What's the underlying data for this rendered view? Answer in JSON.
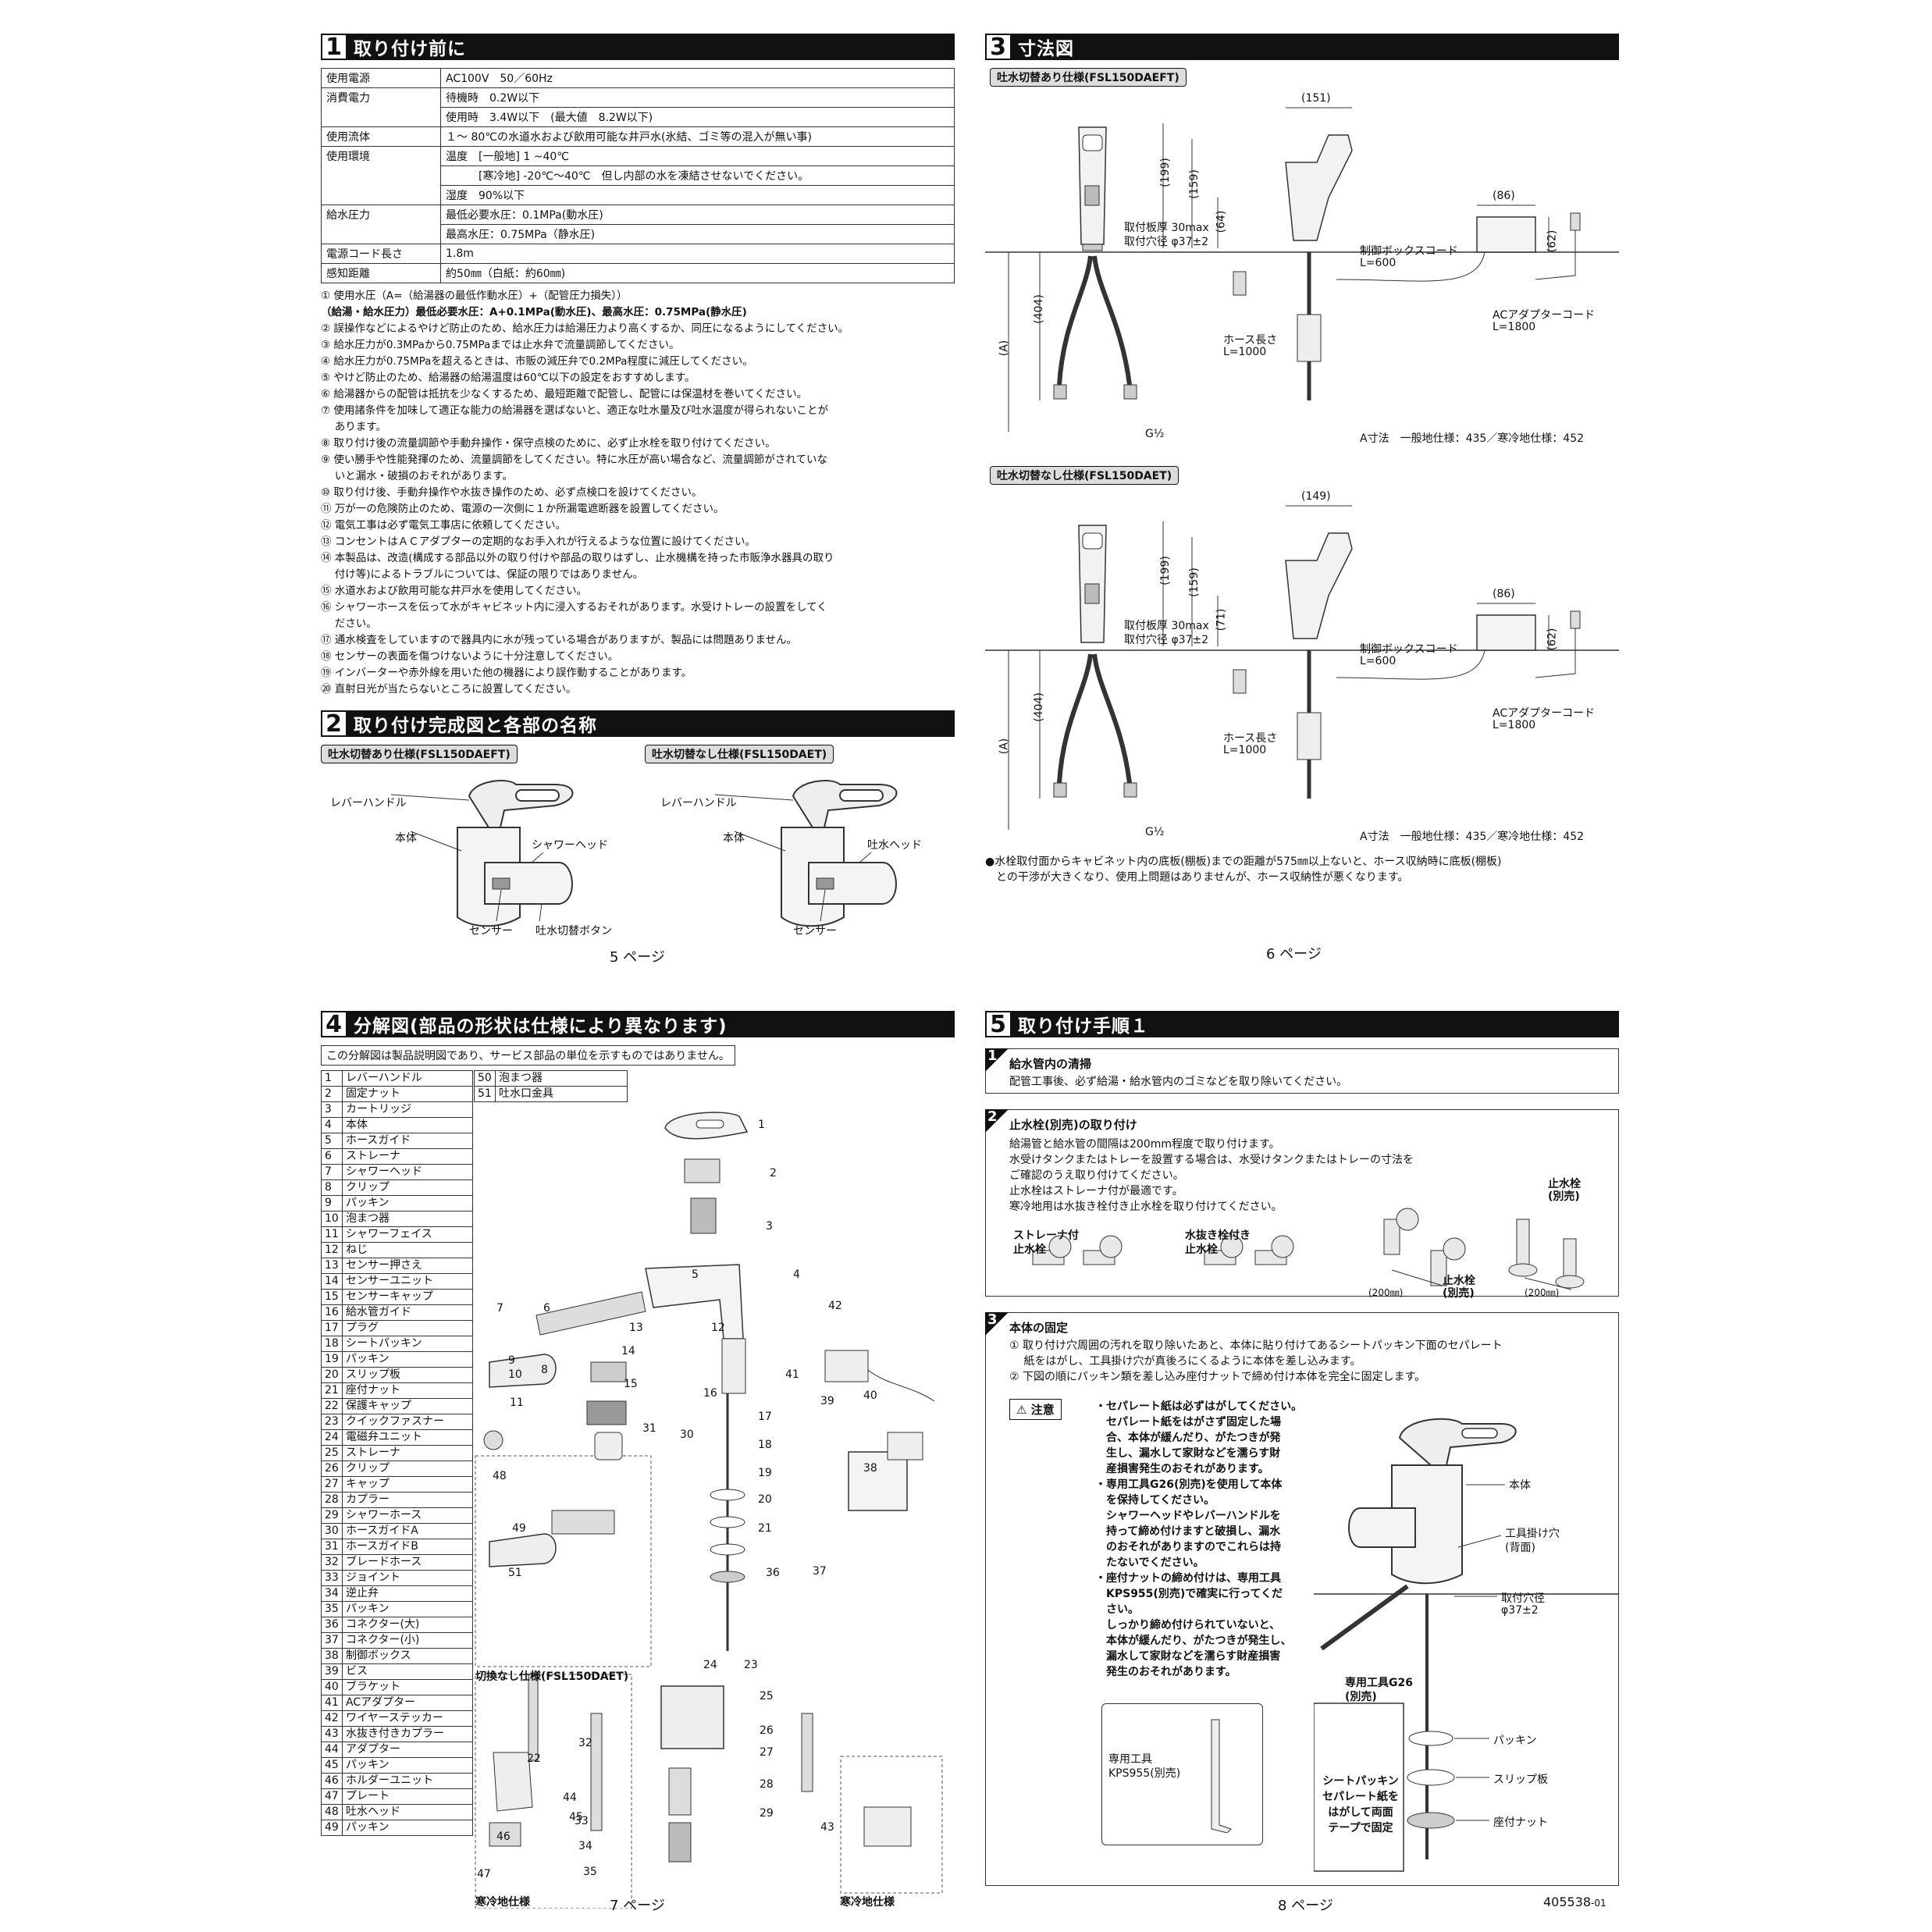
{
  "section1": {
    "num": "1",
    "title": "取り付け前に",
    "spec_rows": [
      [
        "使用電源",
        "AC100V　50／60Hz"
      ],
      [
        "消費電力",
        "待機時　0.2W以下"
      ],
      [
        "",
        "使用時　3.4W以下　(最大値　8.2W以下)"
      ],
      [
        "使用流体",
        "１～ 80℃の水道水および飲用可能な井戸水(氷結、ゴミ等の混入が無い事)"
      ],
      [
        "使用環境",
        "温度　[一般地] 1 ~40℃"
      ],
      [
        "",
        "　　　[寒冷地] -20℃～40℃　但し内部の水を凍結させないでください。"
      ],
      [
        "",
        "湿度　90%以下"
      ],
      [
        "給水圧力",
        "最低必要水圧：0.1MPa(動水圧)"
      ],
      [
        "",
        "最高水圧：0.75MPa（静水圧)"
      ],
      [
        "電源コード長さ",
        "1.8m"
      ],
      [
        "感知距離",
        "約50㎜（白紙：約60㎜)"
      ]
    ],
    "notes": [
      "① 使用水圧（A=（給湯器の最低作動水圧）+（配管圧力損失））",
      "（給湯・給水圧力）最低必要水圧：A+0.1MPa(動水圧)、最高水圧：0.75MPa(静水圧)",
      "② 誤操作などによるやけど防止のため、給水圧力は給湯圧力より高くするか、同圧になるようにしてください。",
      "③ 給水圧力が0.3MPaから0.75MPaまでは止水弁で流量調節してください。",
      "④ 給水圧力が0.75MPaを超えるときは、市販の減圧弁で0.2MPa程度に減圧してください。",
      "⑤ やけど防止のため、給湯器の給湯温度は60℃以下の設定をおすすめします。",
      "⑥ 給湯器からの配管は抵抗を少なくするため、最短距離で配管し、配管には保温材を巻いてください。",
      "⑦ 使用諸条件を加味して適正な能力の給湯器を選ばないと、適正な吐水量及び吐水温度が得られないことが",
      "　 あります。",
      "⑧ 取り付け後の流量調節や手動弁操作・保守点検のために、必ず止水栓を取り付けてください。",
      "⑨ 使い勝手や性能発揮のため、流量調節をしてください。特に水圧が高い場合など、流量調節がされていな",
      "　 いと漏水・破損のおそれがあります。",
      "⑩ 取り付け後、手動弁操作や水抜き操作のため、必ず点検口を設けてください。",
      "⑪ 万が一の危険防止のため、電源の一次側に１か所漏電遮断器を設置してください。",
      "⑫ 電気工事は必ず電気工事店に依頼してください。",
      "⑬ コンセントはＡＣアダプターの定期的なお手入れが行えるような位置に設けてください。",
      "⑭ 本製品は、改造(構成する部品以外の取り付けや部品の取りはずし、止水機構を持った市販浄水器具の取り",
      "　 付け等)によるトラブルについては、保証の限りではありません。",
      "⑮ 水道水および飲用可能な井戸水を使用してください。",
      "⑯ シャワーホースを伝って水がキャビネット内に浸入するおそれがあります。水受けトレーの設置をしてく",
      "　 ださい。",
      "⑰ 通水検査をしていますので器具内に水が残っている場合がありますが、製品には問題ありません。",
      "⑱ センサーの表面を傷つけないように十分注意してください。",
      "⑲ インバーターや赤外線を用いた他の機器により誤作動することがあります。",
      "⑳ 直射日光が当たらないところに設置してください。"
    ]
  },
  "section2": {
    "num": "2",
    "title": "取り付け完成図と各部の名称",
    "left_tag": "吐水切替あり仕様(FSL150DAEFT)",
    "right_tag": "吐水切替なし仕様(FSL150DAET)",
    "labels_left": [
      "レバーハンドル",
      "本体",
      "シャワーヘッド",
      "センサー",
      "吐水切替ボタン"
    ],
    "labels_right": [
      "レバーハンドル",
      "本体",
      "吐水ヘッド",
      "センサー"
    ],
    "page": "5 ページ"
  },
  "section3": {
    "num": "3",
    "title": "寸法図",
    "tag_a": "吐水切替あり仕様(FSL150DAEFT)",
    "tag_b": "吐水切替なし仕様(FSL150DAET)",
    "dims_a": [
      "(151)",
      "(199)",
      "(159)",
      "(64)",
      "(86)",
      "(62)",
      "(A)",
      "(404)"
    ],
    "dims_b": [
      "(149)",
      "(199)",
      "(159)",
      "(71)",
      "(86)",
      "(62)",
      "(A)",
      "(404)"
    ],
    "label_plate1": "取付板厚 30max",
    "label_plate2": "取付穴径 φ37±2",
    "label_box": "制御ボックスコード",
    "label_box_len": "L=600",
    "label_hose": "ホース長さ",
    "label_hose_len": "L=1000",
    "label_ac": "ACアダプターコード",
    "label_ac_len": "L=1800",
    "label_g": "G½",
    "a_dim": "A寸法　一般地仕様：435／寒冷地仕様：452",
    "footnote1": "●水栓取付面からキャビネット内の底板(棚板)までの距離が575㎜以上ないと、ホース収納時に底板(棚板)",
    "footnote2": "　との干渉が大きくなり、使用上問題はありませんが、ホース収納性が悪くなります。",
    "page": "6 ページ"
  },
  "section4": {
    "num": "4",
    "title": "分解図(部品の形状は仕様により異なります)",
    "note": "この分解図は製品説明図であり、サービス部品の単位を示すものではありません。",
    "parts": [
      [
        "1",
        "レバーハンドル"
      ],
      [
        "2",
        "固定ナット"
      ],
      [
        "3",
        "カートリッジ"
      ],
      [
        "4",
        "本体"
      ],
      [
        "5",
        "ホースガイド"
      ],
      [
        "6",
        "ストレーナ"
      ],
      [
        "7",
        "シャワーヘッド"
      ],
      [
        "8",
        "クリップ"
      ],
      [
        "9",
        "パッキン"
      ],
      [
        "10",
        "泡まつ器"
      ],
      [
        "11",
        "シャワーフェイス"
      ],
      [
        "12",
        "ねじ"
      ],
      [
        "13",
        "センサー押さえ"
      ],
      [
        "14",
        "センサーユニット"
      ],
      [
        "15",
        "センサーキャップ"
      ],
      [
        "16",
        "給水管ガイド"
      ],
      [
        "17",
        "プラグ"
      ],
      [
        "18",
        "シートパッキン"
      ],
      [
        "19",
        "パッキン"
      ],
      [
        "20",
        "スリップ板"
      ],
      [
        "21",
        "座付ナット"
      ],
      [
        "22",
        "保護キャップ"
      ],
      [
        "23",
        "クイックファスナー"
      ],
      [
        "24",
        "電磁弁ユニット"
      ],
      [
        "25",
        "ストレーナ"
      ],
      [
        "26",
        "クリップ"
      ],
      [
        "27",
        "キャップ"
      ],
      [
        "28",
        "カプラー"
      ],
      [
        "29",
        "シャワーホース"
      ],
      [
        "30",
        "ホースガイドA"
      ],
      [
        "31",
        "ホースガイドB"
      ],
      [
        "32",
        "ブレードホース"
      ],
      [
        "33",
        "ジョイント"
      ],
      [
        "34",
        "逆止弁"
      ],
      [
        "35",
        "パッキン"
      ],
      [
        "36",
        "コネクター(大)"
      ],
      [
        "37",
        "コネクター(小)"
      ],
      [
        "38",
        "制御ボックス"
      ],
      [
        "39",
        "ビス"
      ],
      [
        "40",
        "ブラケット"
      ],
      [
        "41",
        "ACアダプター"
      ],
      [
        "42",
        "ワイヤーステッカー"
      ],
      [
        "43",
        "水抜き付きカプラー"
      ],
      [
        "44",
        "アダプター"
      ],
      [
        "45",
        "パッキン"
      ],
      [
        "46",
        "ホルダーユニット"
      ],
      [
        "47",
        "プレート"
      ],
      [
        "48",
        "吐水ヘッド"
      ],
      [
        "49",
        "パッキン"
      ]
    ],
    "parts_extra": [
      [
        "50",
        "泡まつ器"
      ],
      [
        "51",
        "吐水口金具"
      ]
    ],
    "label_daet": "切換なし仕様(FSL150DAET)",
    "label_cold1": "寒冷地仕様",
    "label_cold2": "寒冷地仕様",
    "callouts": [
      "1",
      "2",
      "3",
      "4",
      "5",
      "6",
      "7",
      "8",
      "9",
      "10",
      "11",
      "12",
      "13",
      "14",
      "15",
      "16",
      "17",
      "18",
      "19",
      "20",
      "21",
      "22",
      "23",
      "24",
      "25",
      "26",
      "27",
      "28",
      "29",
      "30",
      "31",
      "32",
      "33",
      "34",
      "35",
      "36",
      "37",
      "38",
      "39",
      "40",
      "41",
      "42",
      "43",
      "44",
      "45",
      "46",
      "47",
      "48",
      "49",
      "51"
    ],
    "page": "7 ページ"
  },
  "section5": {
    "num": "5",
    "title": "取り付け手順１",
    "step1_title": "給水管内の清掃",
    "step1_body": "配管工事後、必ず給湯・給水管内のゴミなどを取り除いてください。",
    "step2_title": "止水栓(別売)の取り付け",
    "step2_body": [
      "給湯管と給水管の間隔は200mm程度で取り付けます。",
      "水受けタンクまたはトレーを設置する場合は、水受けタンクまたはトレーの寸法を",
      "ご確認のうえ取り付けてください。",
      "止水栓はストレーナ付が最適です。",
      "寒冷地用は水抜き栓付き止水栓を取り付けてください。"
    ],
    "step2_labels": [
      "ストレーナ付",
      "止水栓",
      "水抜き栓付き",
      "止水栓",
      "止水栓",
      "(別売)",
      "止水栓",
      "(別売)",
      "(200㎜)",
      "(200㎜)"
    ],
    "step3_title": "本体の固定",
    "step3_body": [
      "① 取り付け穴周囲の汚れを取り除いたあと、本体に貼り付けてあるシートパッキン下面のセパレート",
      "　 紙をはがし、工具掛け穴が真後ろにくるように本体を差し込みます。",
      "② 下図の順にパッキン類を差し込み座付ナットで締め付け本体を完全に固定します。"
    ],
    "caution_title": "注意",
    "caution_lines": [
      "・セパレート紙は必ずはがしてください。",
      "　セパレート紙をはがさず固定した場",
      "　合、本体が緩んだり、がたつきが発",
      "　生し、漏水して家財などを濡らす財",
      "　産損害発生のおそれがあります。",
      "・専用工具G26(別売)を使用して本体",
      "　を保持してください。",
      "　シャワーヘッドやレバーハンドルを",
      "　持って締め付けますと破損し、漏水",
      "　のおそれがありますのでこれらは持",
      "　たないでください。",
      "・座付ナットの締め付けは、専用工具",
      "　KPS955(別売)で確実に行ってくだ",
      "　さい。",
      "　しっかり締め付けられていないと、",
      "　本体が緩んだり、がたつきが発生し、",
      "　漏水して家財などを濡らす財産損害",
      "　発生のおそれがあります。"
    ],
    "tool_label1": "専用工具",
    "tool_label2": "KPS955(別売)",
    "labels": {
      "body": "本体",
      "hole1": "工具掛け穴",
      "hole2": "(背面)",
      "dia1": "取付穴径",
      "dia2": "φ37±2",
      "g26a": "専用工具G26",
      "g26b": "(別売)",
      "packing": "パッキン",
      "slip": "スリップ板",
      "nut": "座付ナット",
      "sheet": [
        "シートパッキン",
        "セパレート紙を",
        "はがして両面",
        "テープで固定"
      ]
    },
    "page": "8 ページ",
    "docnum": "405538",
    "docnum_suffix": "-01"
  }
}
